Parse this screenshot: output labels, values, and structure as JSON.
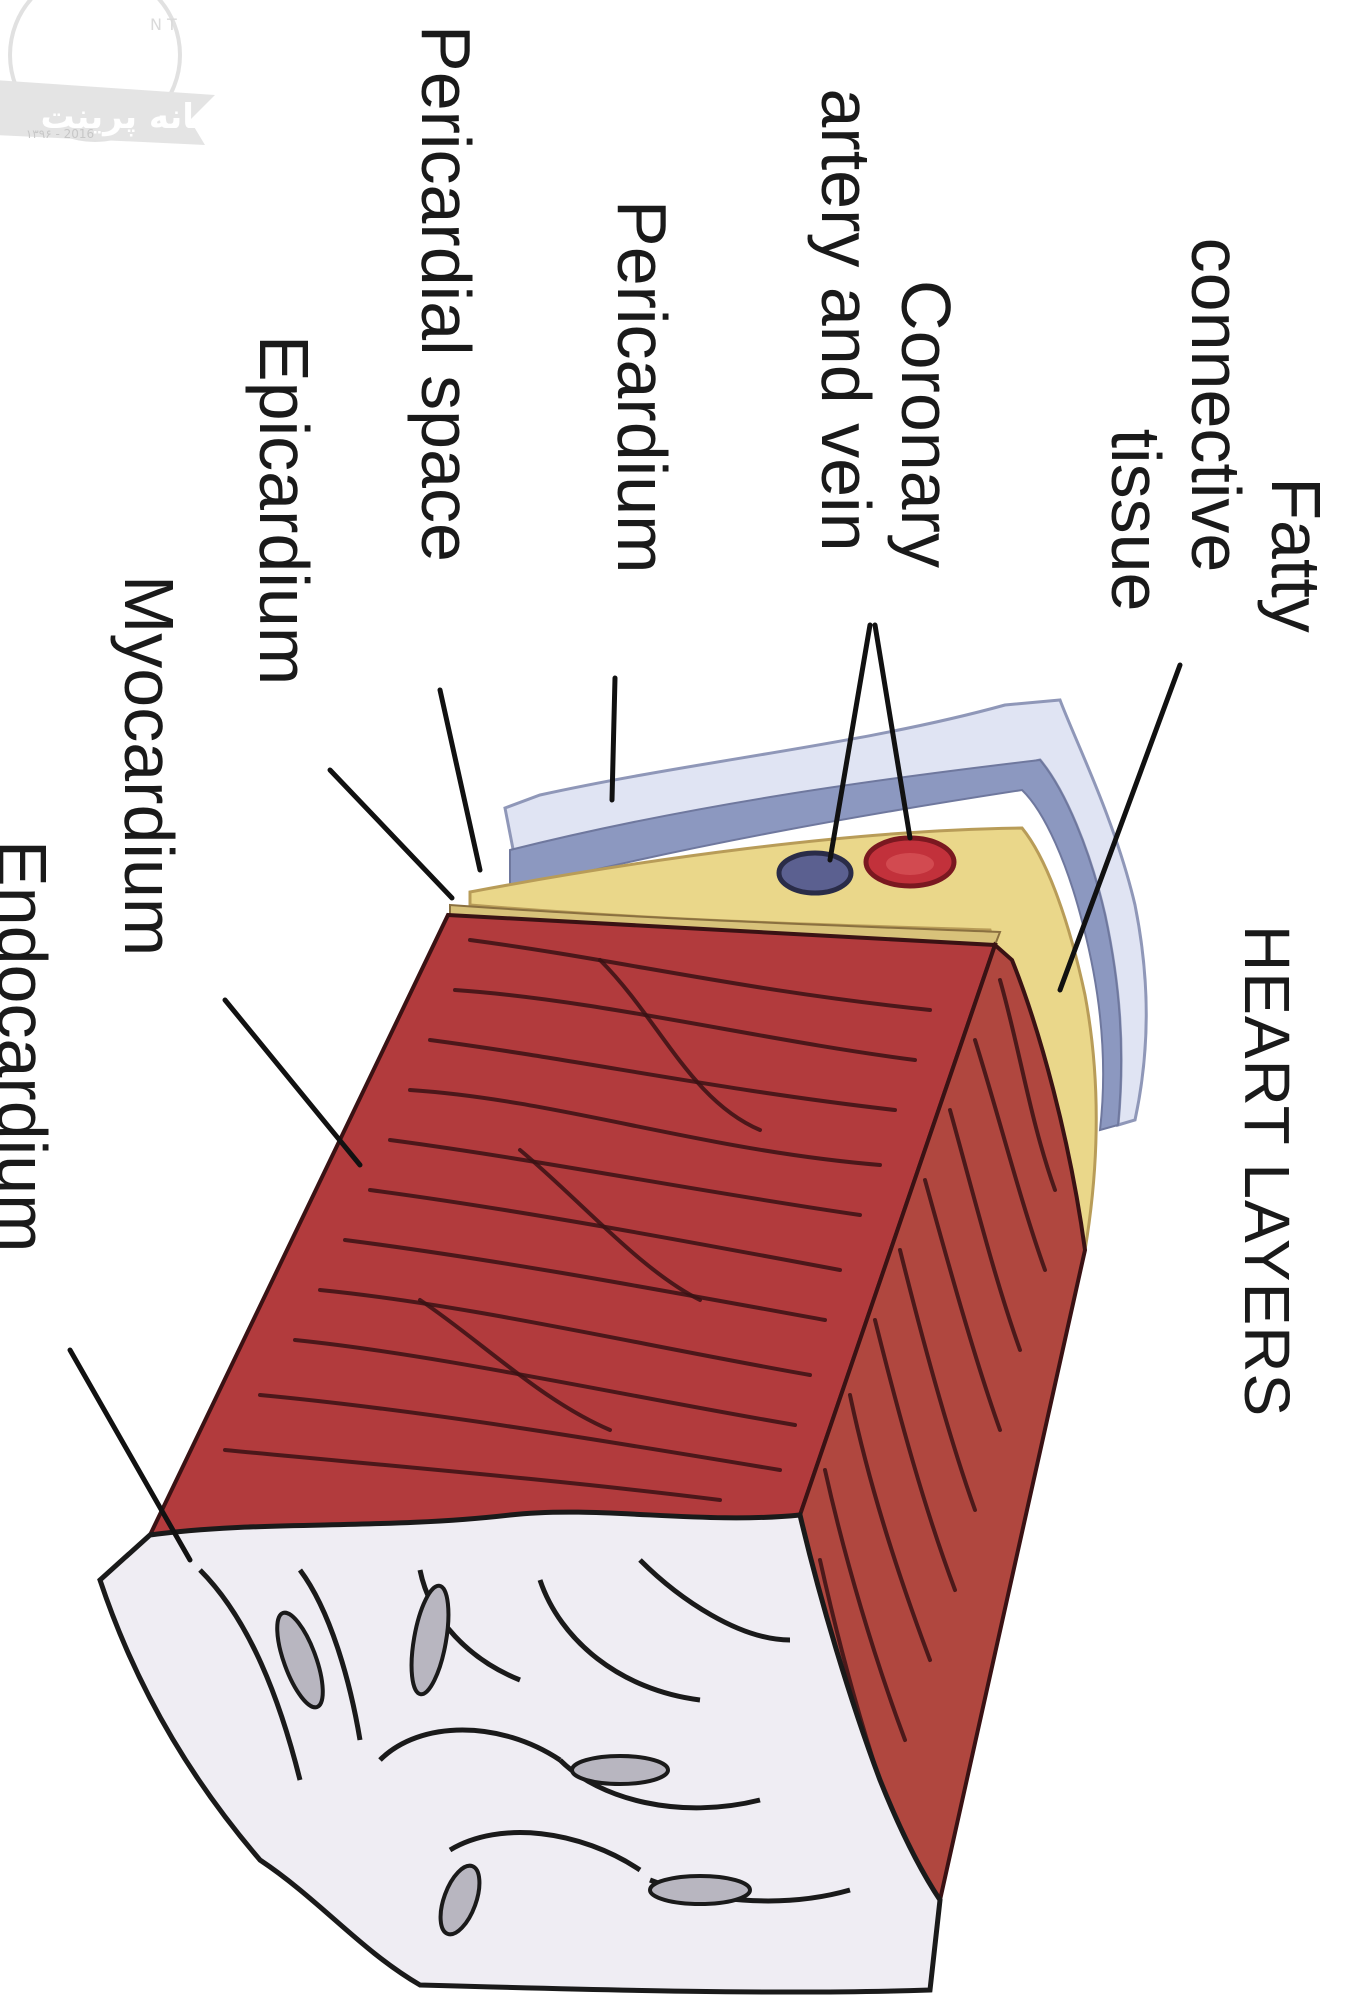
{
  "title": "HEART LAYERS",
  "labels": {
    "fatty_line1": "Fatty",
    "fatty_line2": "connective",
    "fatty_line3": "tissue",
    "coronary_line1": "Coronary",
    "coronary_line2": "artery and vein",
    "pericardium": "Pericardium",
    "pericardial_space": "Pericardial space",
    "epicardium": "Epicardium",
    "myocardium": "Myocardium",
    "endocardium": "Endocardium"
  },
  "watermark": {
    "text": "خانه پرینت",
    "sub": "۱۳۹۶ - 2016",
    "ring": "N T"
  },
  "colors": {
    "myocardium": "#b03a3c",
    "myocardium_side": "#a8403a",
    "fat": "#ecd98a",
    "pericardium_blue": "#8e9ac0",
    "pericardium_light": "#dfe3f2",
    "endocardium": "#f0eef3",
    "artery": "#c0303a",
    "vein": "#5a5f8a"
  }
}
